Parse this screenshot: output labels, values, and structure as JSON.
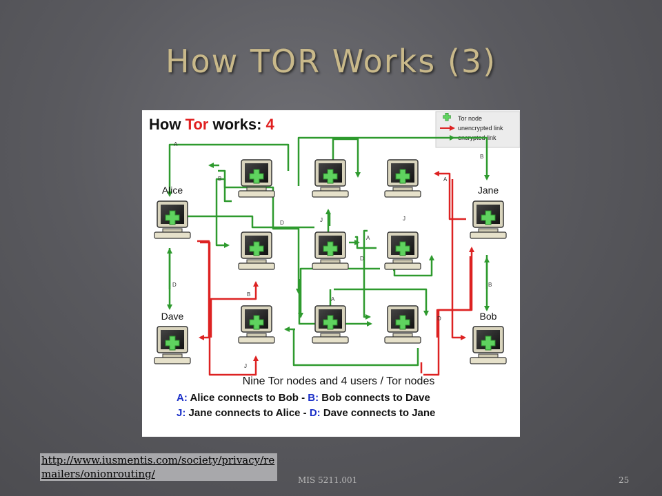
{
  "slide": {
    "title": "How TOR Works (3)",
    "source_link": "http://www.iusmentis.com/society/privacy/remailers/onionrouting/",
    "course": "MIS 5211.001",
    "page_number": "25"
  },
  "diagram": {
    "heading_prefix": "How ",
    "heading_tor": "Tor",
    "heading_suffix": " works: ",
    "heading_step": "4",
    "legend": {
      "node": "Tor node",
      "unencrypted": "unencrypted link",
      "encrypted": "encrypted link"
    },
    "users": {
      "alice": "Alice",
      "jane": "Jane",
      "dave": "Dave",
      "bob": "Bob"
    },
    "link_labels": {
      "a": "A",
      "b": "B",
      "j": "J",
      "d": "D"
    },
    "caption": "Nine Tor nodes and 4 users / Tor nodes",
    "key_lines": [
      {
        "letter1": "A:",
        "text1": " Alice connects to Bob  - ",
        "letter2": "B:",
        "text2": " Bob connects to Dave"
      },
      {
        "letter1": "J:",
        "text1": " Jane connects to Alice - ",
        "letter2": "D:",
        "text2": " Dave connects to Jane"
      }
    ],
    "colors": {
      "green": "#2e9a2e",
      "red": "#dd2222",
      "blue": "#1a2fc8",
      "tor_red": "#e02020"
    }
  }
}
